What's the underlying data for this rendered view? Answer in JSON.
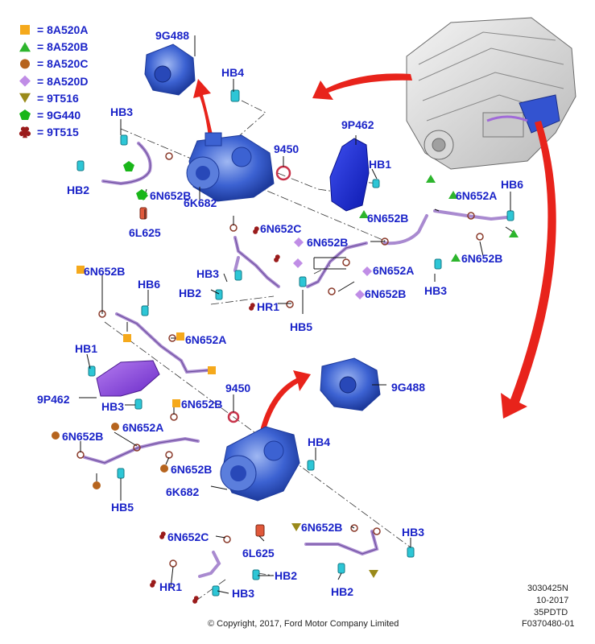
{
  "legend": [
    {
      "symbol": "square",
      "color": "#f5a91c",
      "text": "= 8A520A"
    },
    {
      "symbol": "triangle-up",
      "color": "#2db52d",
      "text": "= 8A520B"
    },
    {
      "symbol": "circle",
      "color": "#b6641e",
      "text": "= 8A520C"
    },
    {
      "symbol": "diamond",
      "color": "#c08de6",
      "text": "= 8A520D"
    },
    {
      "symbol": "triangle-down",
      "color": "#9a8a1a",
      "text": "= 9T516"
    },
    {
      "symbol": "pentagon",
      "color": "#19b619",
      "text": "= 9G440"
    },
    {
      "symbol": "club",
      "color": "#9a1b1b",
      "text": "= 9T515"
    }
  ],
  "labels": {
    "upper": {
      "9G488": "9G488",
      "HB4": "HB4",
      "HB3_a": "HB3",
      "9450": "9450",
      "9P462": "9P462",
      "HB1": "HB1",
      "HB2": "HB2",
      "6N652B_a": "6N652B",
      "6K682": "6K682",
      "6L625": "6L625",
      "6N652C": "6N652C",
      "6N652B_b": "6N652B",
      "HB6": "HB6",
      "6N652A": "6N652A",
      "6N652B_c": "6N652B",
      "6N652B_d": "6N652B",
      "6N652A_b": "6N652A",
      "HB3_b": "HB3",
      "HB3_c": "HB3",
      "HB2_b": "HB2",
      "HR1": "HR1",
      "HB5": "HB5",
      "6N652B_e": "6N652B"
    },
    "lower": {
      "6N652B_a": "6N652B",
      "HB6": "HB6",
      "6N652A_a": "6N652A",
      "HB1": "HB1",
      "9P462": "9P462",
      "HB3_a": "HB3",
      "6N652B_b": "6N652B",
      "9450": "9450",
      "9G488": "9G488",
      "6N652A_b": "6N652A",
      "6N652B_c": "6N652B",
      "HB4": "HB4",
      "6N652B_d": "6N652B",
      "HB5": "HB5",
      "6K682": "6K682",
      "6N652C": "6N652C",
      "6N652B_e": "6N652B",
      "HB3_b": "HB3",
      "6L625": "6L625",
      "HB2_a": "HB2",
      "HR1": "HR1",
      "HB3_c": "HB3",
      "HB2_b": "HB2"
    }
  },
  "footer": {
    "copyright": "© Copyright, 2017, Ford Motor Company Limited",
    "doc_id": "3030425N",
    "date": "10-2017",
    "code": "35PDTD",
    "figure": "F0370480-01"
  },
  "colors": {
    "label_blue": "#1a23c8",
    "part_blue": "#2f55c8",
    "pipe_purple": "#a98ad0",
    "arrow_red": "#e8231b"
  }
}
